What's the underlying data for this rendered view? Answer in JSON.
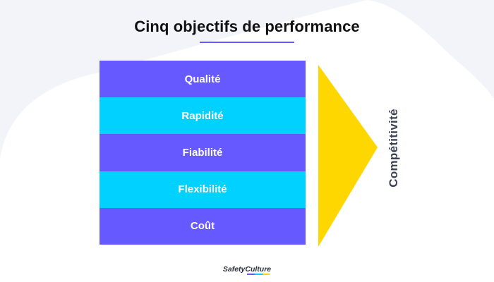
{
  "title": "Cinq objectifs de performance",
  "colors": {
    "background": "#f3f4f9",
    "blob": "#ffffff",
    "accent_purple": "#6559ff",
    "accent_cyan": "#00d1ff",
    "accent_yellow": "#ffd700",
    "side_label": "#3a4254"
  },
  "objectives": [
    {
      "label": "Qualité",
      "color": "#6559ff"
    },
    {
      "label": "Rapidité",
      "color": "#00d1ff"
    },
    {
      "label": "Fiabilité",
      "color": "#6559ff"
    },
    {
      "label": "Flexibilité",
      "color": "#00d1ff"
    },
    {
      "label": "Coût",
      "color": "#6559ff"
    }
  ],
  "result_label": "Compétitivité",
  "logo": {
    "text": "SafetyCulture"
  }
}
